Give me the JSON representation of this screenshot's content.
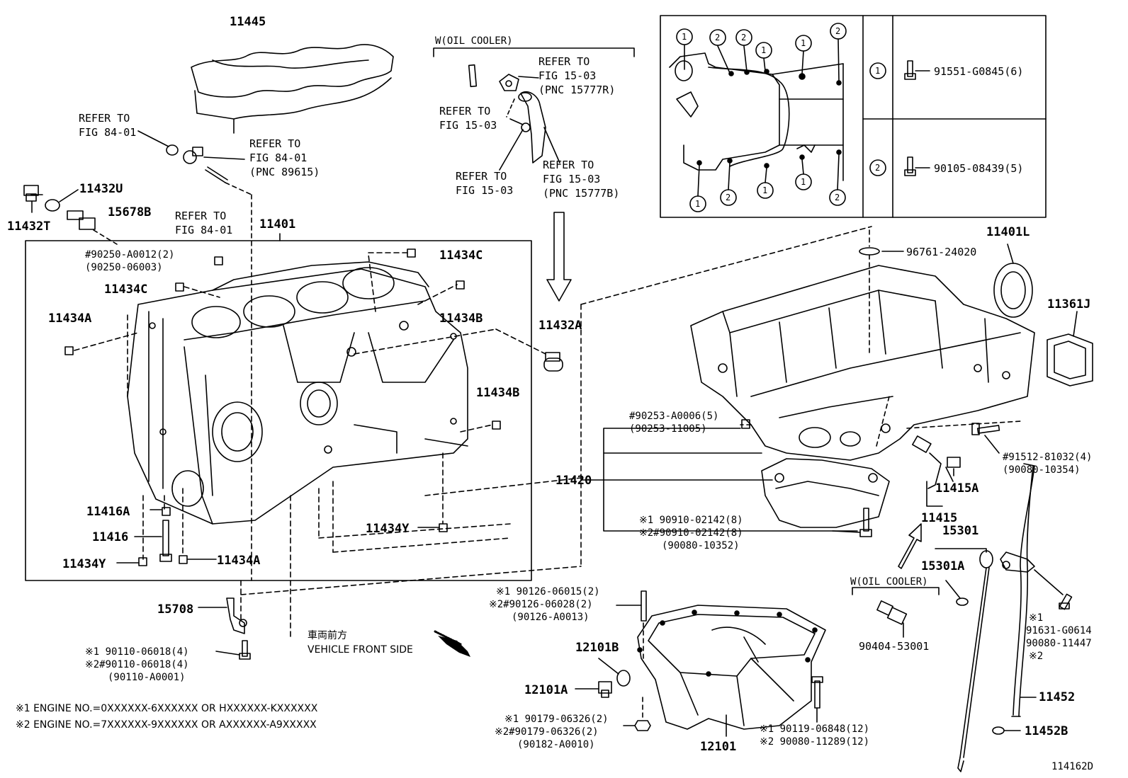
{
  "labels": {
    "p11445": "11445",
    "refer_84_a_1": "REFER TO",
    "refer_84_a_2": "FIG 84-01",
    "refer_84_b_1": "REFER TO",
    "refer_84_b_2": "FIG 84-01",
    "refer_84_b_3": "(PNC 89615)",
    "refer_84_c_1": "REFER TO",
    "refer_84_c_2": "FIG 84-01",
    "p11432U": "11432U",
    "p11432T": "11432T",
    "p15678B": "15678B",
    "p11401": "11401",
    "n90250_1": "#90250-A0012(2)",
    "n90250_2": "(90250-06003)",
    "p11434C_a": "11434C",
    "p11434C_b": "11434C",
    "p11434A_a": "11434A",
    "p11434B_a": "11434B",
    "p11434B_b": "11434B",
    "p11416A": "11416A",
    "p11416": "11416",
    "p11434Y_a": "11434Y",
    "p11434Y_b": "11434Y",
    "p11434A_b": "11434A",
    "p15708": "15708",
    "n90110_1": "※1 90110-06018(4)",
    "n90110_2": "※2#90110-06018(4)",
    "n90110_3": "(90110-A0001)",
    "note1": "※1 ENGINE NO.=0XXXXXX-6XXXXXX OR HXXXXXX-KXXXXXX",
    "note2": "※2 ENGINE NO.=7XXXXXX-9XXXXXX OR AXXXXXX-A9XXXXX",
    "front_jp": "車両前方",
    "front_en": "VEHICLE FRONT SIDE",
    "oil_cooler_a": "W(OIL COOLER)",
    "refer_15_a_1": "REFER TO",
    "refer_15_a_2": "FIG 15-03",
    "refer_15_a_3": "(PNC 15777R)",
    "refer_15_b_1": "REFER TO",
    "refer_15_b_2": "FIG 15-03",
    "refer_15_c_1": "REFER TO",
    "refer_15_c_2": "FIG 15-03",
    "refer_15_d_1": "REFER TO",
    "refer_15_d_2": "FIG 15-03",
    "refer_15_d_3": "(PNC 15777B)",
    "p11432A": "11432A",
    "t1_circle": "1",
    "t2_circle": "2",
    "t1_part": "91551-G0845(6)",
    "t2_part": "90105-08439(5)",
    "p96761": "96761-24020",
    "p11401L": "11401L",
    "p11361J": "11361J",
    "n90253_1": "#90253-A0006(5)",
    "n90253_2": "(90253-11005)",
    "n91512_1": "#91512-81032(4)",
    "n91512_2": "(90080-10354)",
    "p11420": "11420",
    "p11415A": "11415A",
    "p11415": "11415",
    "n90910_1": "※1 90910-02142(8)",
    "n90910_2": "※2#90910-02142(8)",
    "n90910_3": "(90080-10352)",
    "p15301": "15301",
    "p15301A": "15301A",
    "oil_cooler_b": "W(OIL COOLER)",
    "p90404": "90404-53001",
    "n90126_1": "※1 90126-06015(2)",
    "n90126_2": "※2#90126-06028(2)",
    "n90126_3": "(90126-A0013)",
    "p12101B": "12101B",
    "p12101A": "12101A",
    "p12101": "12101",
    "n90179_1": "※1 90179-06326(2)",
    "n90179_2": "※2#90179-06326(2)",
    "n90179_3": "(90182-A0010)",
    "n90119_1": "※1 90119-06848(12)",
    "n90119_2": "※2 90080-11289(12)",
    "n91631_1": "※1",
    "n91631_2": "91631-G0614",
    "n91631_3": "90080-11447",
    "n91631_4": "※2",
    "p11452": "11452",
    "p11452B": "11452B",
    "fig_no": "114162D"
  },
  "bolt_inset_circles": [
    "1",
    "2",
    "2",
    "1",
    "1",
    "2",
    "1",
    "2",
    "1",
    "1",
    "2"
  ]
}
